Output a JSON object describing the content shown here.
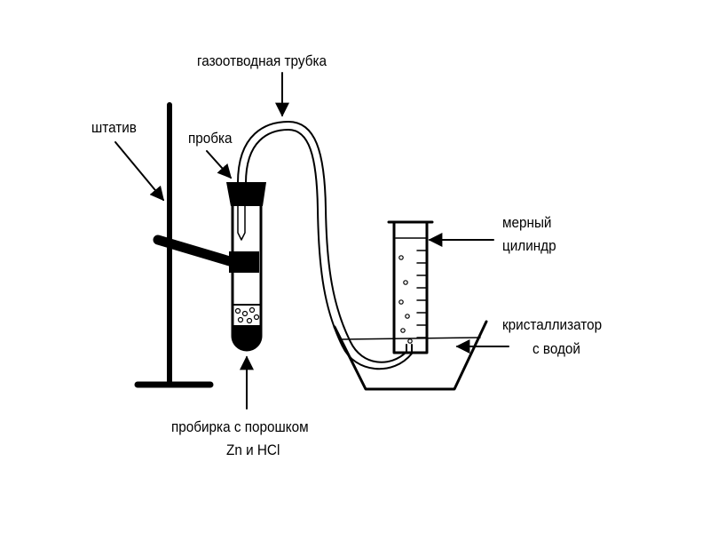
{
  "labels": {
    "gas_tube": "газоотводная трубка",
    "stand": "штатив",
    "stopper": "пробка",
    "cylinder_line1": "мерный",
    "cylinder_line2": "цилиндр",
    "crystallizer_line1": "кристаллизатор",
    "crystallizer_line2": "с водой",
    "test_tube_line1": "пробирка с порошком",
    "test_tube_line2": "Zn и HCl"
  },
  "colors": {
    "ink": "#000000",
    "background": "#ffffff"
  }
}
